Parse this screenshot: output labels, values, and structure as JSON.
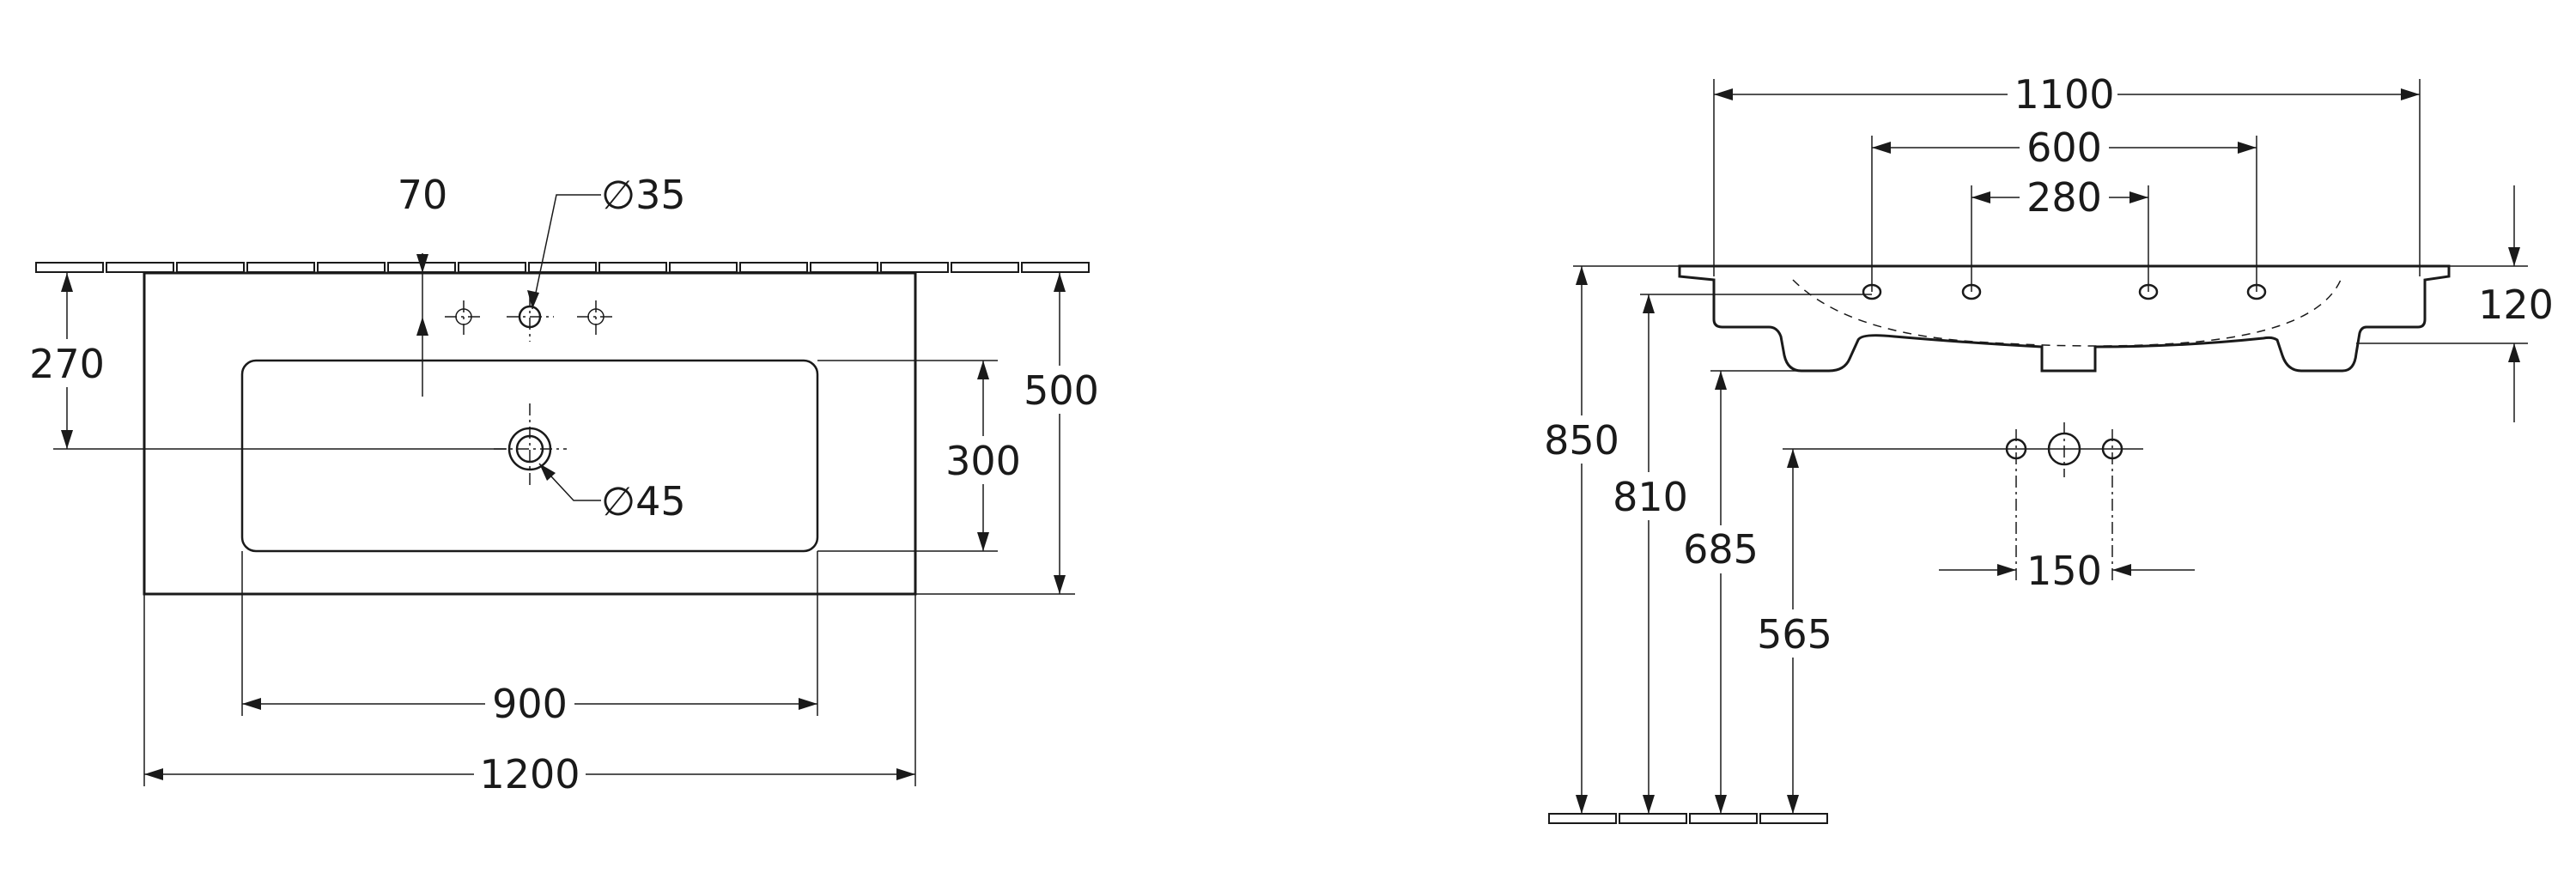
{
  "top_view": {
    "dim_tap_offset": "70",
    "dim_tap_hole": "∅35",
    "dim_overflow": "∅45",
    "dim_tap_distance": "270",
    "dim_basin_depth": "300",
    "dim_total_depth": "500",
    "dim_basin_width": "900",
    "dim_total_width": "1200"
  },
  "side_view": {
    "dim_total_width": "1100",
    "dim_hole_span_outer": "600",
    "dim_hole_span_inner": "280",
    "dim_height": "120",
    "dim_top_height": "850",
    "dim_rim_height": "810",
    "dim_bottom_height": "685",
    "dim_waste_height": "565",
    "dim_waste_spacing": "150"
  },
  "colors": {
    "ink": "#1a1a1a",
    "paper": "#ffffff"
  }
}
